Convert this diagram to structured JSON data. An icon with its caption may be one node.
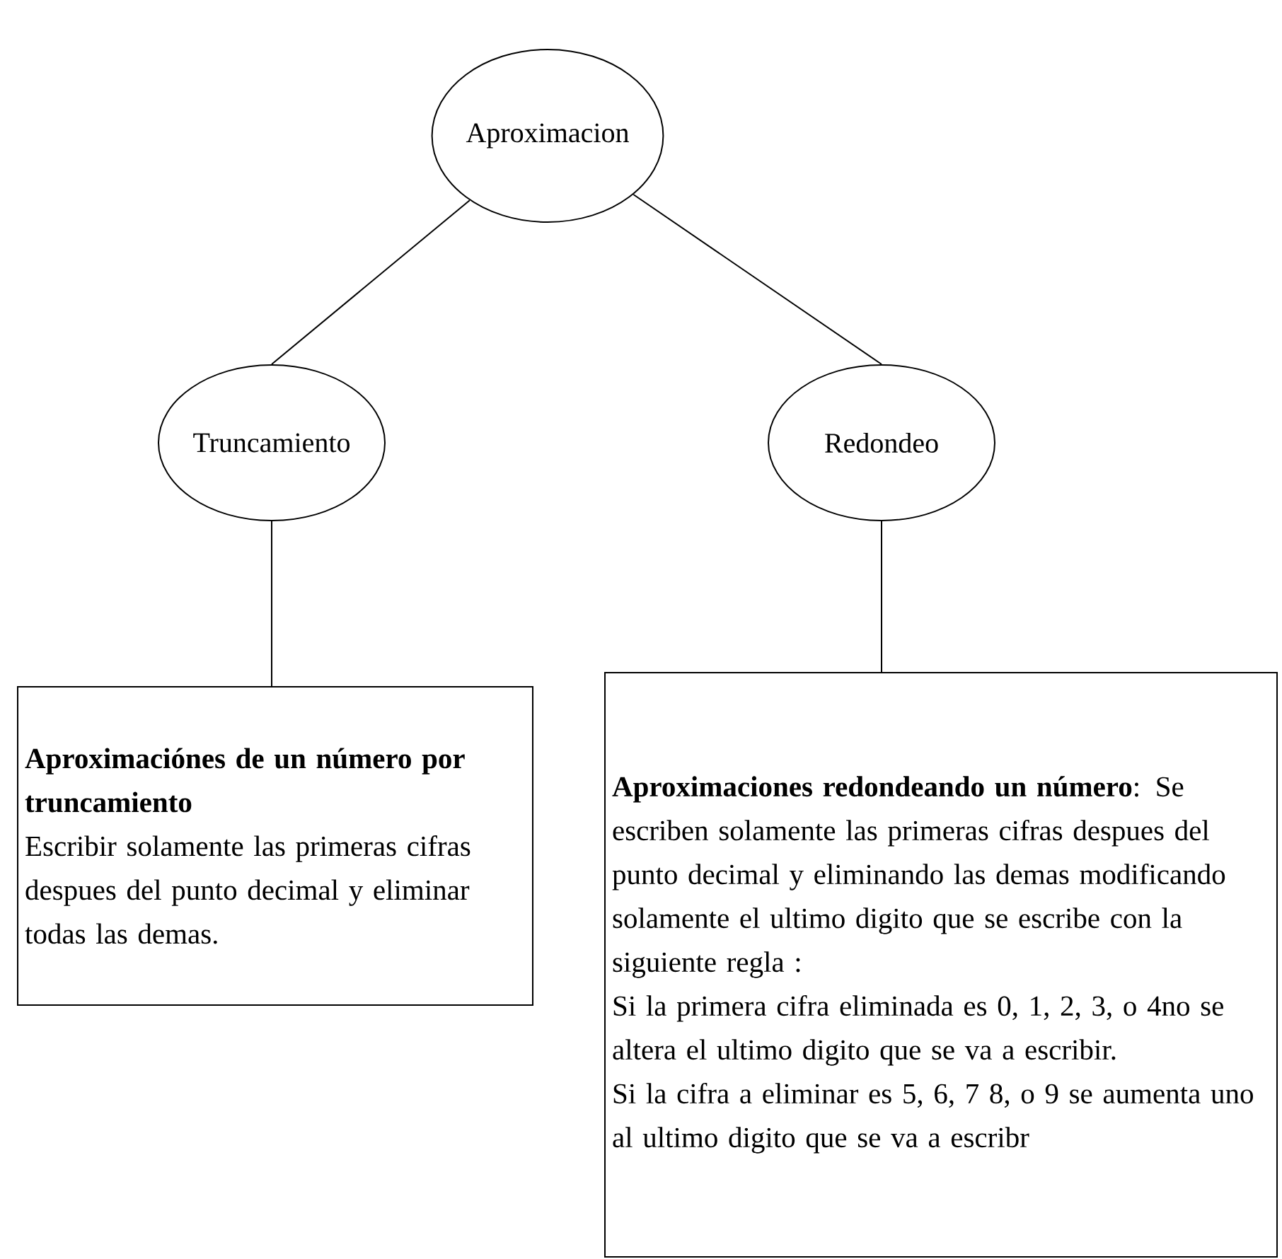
{
  "diagram": {
    "nodes": [
      {
        "text": [
          "Aproximacion"
        ]
      },
      {
        "text": [
          "Truncamiento"
        ]
      },
      {
        "text": [
          "Redondeo"
        ]
      },
      {
        "text": [
          "Aproximaciónes de un número por truncamiento",
          "Escribir solamente las primeras cifras despues del punto decimal y eliminar todas las demas."
        ]
      },
      {
        "text": [
          "**Aproximaciones redondeando un número**: Se escriben solamente las primeras cifras despues del punto decimal y eliminando las demas modificando solamente el ultimo digito que se escribe con la siguiente regla :",
          "Si la primera cifra eliminada es 0, 1, 2, 3, o 4no se altera el ultimo digito que se va a escribir.",
          "Si la cifra a eliminar es 5, 6, 7 8, o 9 se aumenta uno al ultimo digito que se va a escribr"
        ]
      }
    ],
    "edges": [
      {
        "from": 0,
        "to": 1,
        "arrow": "none"
      },
      {
        "from": 0,
        "to": 2,
        "arrow": "none"
      },
      {
        "from": 1,
        "to": 3,
        "arrow": "none"
      },
      {
        "from": 2,
        "to": 4,
        "arrow": "none"
      }
    ]
  }
}
